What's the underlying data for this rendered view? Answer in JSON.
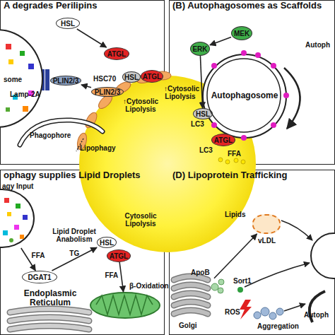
{
  "diagram": {
    "nodes": [
      {
        "text": [
          "A degrades Perilipins"
        ]
      },
      {
        "text": [
          "some"
        ],
        "in": 0
      },
      {
        "text": [
          "HSL"
        ],
        "in": 0
      },
      {
        "text": [
          "ATGL"
        ],
        "in": 0
      },
      {
        "text": [
          "PLIN2/3"
        ],
        "in": 0
      },
      {
        "text": [
          "PLIN2/3"
        ],
        "in": 0
      },
      {
        "text": [
          "HSL"
        ],
        "in": 0
      },
      {
        "text": [
          "ATGL"
        ],
        "in": 0
      },
      {
        "text": [
          "(B) Autophagosomes as Scaffolds"
        ]
      },
      {
        "text": [
          "Autophagosome"
        ],
        "in": 8
      },
      {
        "text": [
          "ERK"
        ],
        "in": 8
      },
      {
        "text": [
          "MEK"
        ],
        "in": 8
      },
      {
        "text": [
          "HSL"
        ],
        "in": 8
      },
      {
        "text": [
          "ATGL"
        ],
        "in": 8
      },
      {
        "text": [
          "ophagy supplies Lipid Droplets"
        ]
      },
      {
        "text": [
          "agy Input"
        ],
        "in": 14
      },
      {
        "text": [
          "DGAT1"
        ],
        "in": 14
      },
      {
        "text": [
          "HSL"
        ],
        "in": 14
      },
      {
        "text": [
          "ATGL"
        ],
        "in": 14
      },
      {
        "text": [
          "β-Oxidation"
        ],
        "in": 14
      },
      {
        "text": [
          "Endoplasmic Reticulum"
        ],
        "in": 14
      },
      {
        "text": [
          "(D) Lipoprotein Trafficking"
        ]
      },
      {
        "text": [
          "Golgi"
        ],
        "in": 21
      },
      {
        "text": [
          "vLDL"
        ],
        "in": 21
      }
    ],
    "edges": [
      {
        "from": 2,
        "to": 3,
        "arrow": "to"
      },
      {
        "from": 5,
        "to": 4,
        "arrow": "to"
      },
      {
        "from": 11,
        "to": 10,
        "arrow": "to"
      },
      {
        "from": 10,
        "to": 12,
        "arrow": "to"
      },
      {
        "from": 15,
        "to": 16,
        "arrow": "to",
        "label": "FFA"
      },
      {
        "from": 16,
        "to": 17,
        "arrow": "to",
        "label": "TG"
      },
      {
        "from": 18,
        "to": 19,
        "arrow": "to",
        "label": "FFA"
      },
      {
        "from": 22,
        "to": 23,
        "arrow": "to"
      }
    ],
    "labels": [
      "Lamp-2A",
      "HSC70",
      "↑Cytosolic Lipolysis",
      "Phagophore",
      "↑Lipophagy",
      "LC3",
      "LC3",
      "FFA",
      "Autoph",
      "↑Cytosolic Lipolysis",
      "Lipid Droplet Anabolism",
      "Cytosolic Lipolysis",
      "Lipids",
      "ApoB",
      "Sort1",
      "ROS",
      "Aggregation",
      "Autoph"
    ]
  }
}
